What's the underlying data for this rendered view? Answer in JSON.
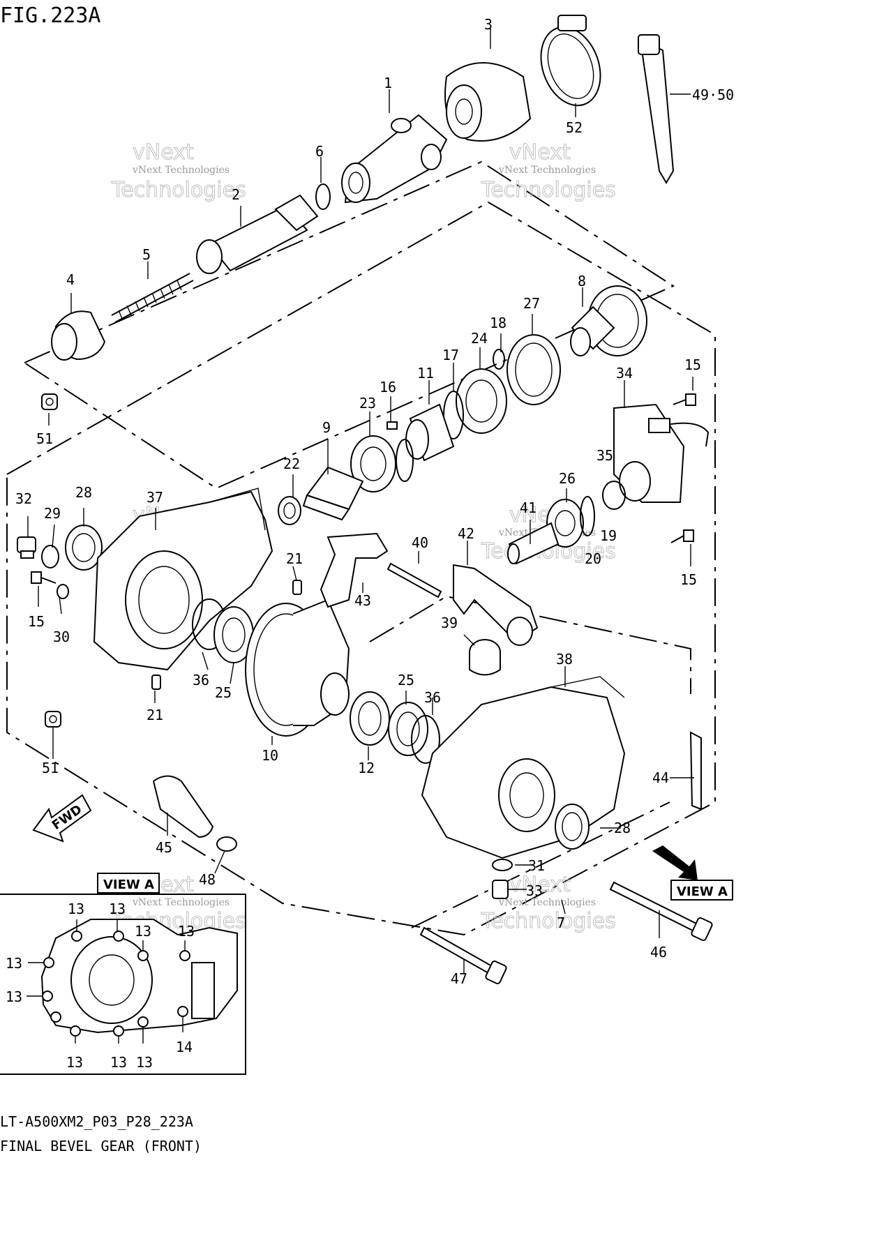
{
  "figure": {
    "title": "FIG.223A",
    "model_code": "LT-A500XM2_P03_P28_223A",
    "caption": "FINAL BEVEL GEAR (FRONT)"
  },
  "watermark": {
    "small": "vNext Technologies",
    "line1": "vNext",
    "line2": "Technologies"
  },
  "view_labels": {
    "view_a": "VIEW A",
    "fwd": "FWD"
  },
  "callouts": [
    {
      "id": "c1",
      "text": "1"
    },
    {
      "id": "c2",
      "text": "2"
    },
    {
      "id": "c3",
      "text": "3"
    },
    {
      "id": "c4",
      "text": "4"
    },
    {
      "id": "c5",
      "text": "5"
    },
    {
      "id": "c6",
      "text": "6"
    },
    {
      "id": "c7",
      "text": "7"
    },
    {
      "id": "c8",
      "text": "8"
    },
    {
      "id": "c9",
      "text": "9"
    },
    {
      "id": "c10",
      "text": "10"
    },
    {
      "id": "c11",
      "text": "11"
    },
    {
      "id": "c12",
      "text": "12"
    },
    {
      "id": "c15a",
      "text": "15"
    },
    {
      "id": "c15b",
      "text": "15"
    },
    {
      "id": "c15c",
      "text": "15"
    },
    {
      "id": "c16",
      "text": "16"
    },
    {
      "id": "c17",
      "text": "17"
    },
    {
      "id": "c18",
      "text": "18"
    },
    {
      "id": "c19",
      "text": "19"
    },
    {
      "id": "c20",
      "text": "20"
    },
    {
      "id": "c21a",
      "text": "21"
    },
    {
      "id": "c21b",
      "text": "21"
    },
    {
      "id": "c22",
      "text": "22"
    },
    {
      "id": "c23",
      "text": "23"
    },
    {
      "id": "c24",
      "text": "24"
    },
    {
      "id": "c25a",
      "text": "25"
    },
    {
      "id": "c25b",
      "text": "25"
    },
    {
      "id": "c26",
      "text": "26"
    },
    {
      "id": "c27",
      "text": "27"
    },
    {
      "id": "c28a",
      "text": "28"
    },
    {
      "id": "c28b",
      "text": "28"
    },
    {
      "id": "c29",
      "text": "29"
    },
    {
      "id": "c30",
      "text": "30"
    },
    {
      "id": "c31",
      "text": "31"
    },
    {
      "id": "c32",
      "text": "32"
    },
    {
      "id": "c33",
      "text": "33"
    },
    {
      "id": "c34",
      "text": "34"
    },
    {
      "id": "c35",
      "text": "35"
    },
    {
      "id": "c36a",
      "text": "36"
    },
    {
      "id": "c36b",
      "text": "36"
    },
    {
      "id": "c37",
      "text": "37"
    },
    {
      "id": "c38",
      "text": "38"
    },
    {
      "id": "c39",
      "text": "39"
    },
    {
      "id": "c40",
      "text": "40"
    },
    {
      "id": "c41",
      "text": "41"
    },
    {
      "id": "c42",
      "text": "42"
    },
    {
      "id": "c43",
      "text": "43"
    },
    {
      "id": "c44",
      "text": "44"
    },
    {
      "id": "c45",
      "text": "45"
    },
    {
      "id": "c46",
      "text": "46"
    },
    {
      "id": "c47",
      "text": "47"
    },
    {
      "id": "c48",
      "text": "48"
    },
    {
      "id": "c4950",
      "text": "49·50"
    },
    {
      "id": "c51a",
      "text": "51"
    },
    {
      "id": "c51b",
      "text": "51"
    },
    {
      "id": "c52",
      "text": "52"
    },
    {
      "id": "v13a",
      "text": "13"
    },
    {
      "id": "v13b",
      "text": "13"
    },
    {
      "id": "v13c",
      "text": "13"
    },
    {
      "id": "v13d",
      "text": "13"
    },
    {
      "id": "v13e",
      "text": "13"
    },
    {
      "id": "v13f",
      "text": "13"
    },
    {
      "id": "v13g",
      "text": "13"
    },
    {
      "id": "v13h",
      "text": "13"
    },
    {
      "id": "v13i",
      "text": "13"
    },
    {
      "id": "v14",
      "text": "14"
    }
  ]
}
